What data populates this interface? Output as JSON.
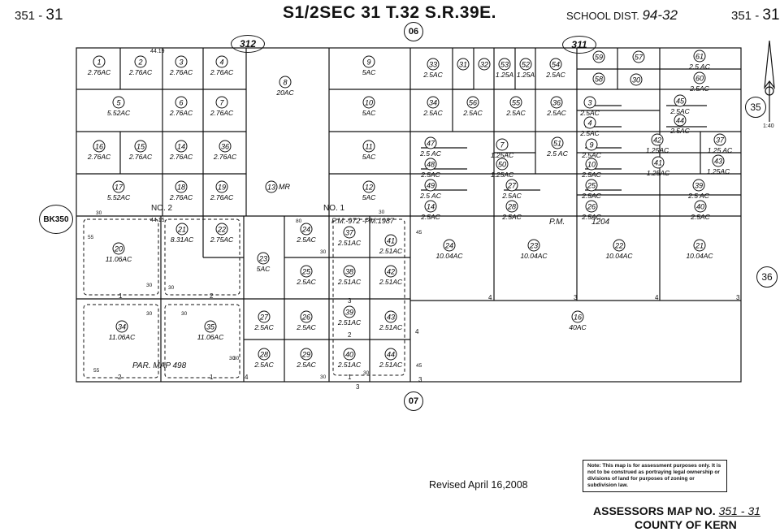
{
  "header": {
    "corner_left_prefix": "351 -",
    "corner_left_num": "31",
    "title": "S1/2SEC 31 T.32 S.R.39E.",
    "school_label": "SCHOOL DIST.",
    "school_num": "94-32",
    "corner_right_prefix": "351 -",
    "corner_right_num": "31"
  },
  "ovals": {
    "top_circle": "06",
    "bottom_circle": "07",
    "left_book": "BK350",
    "map312": "312",
    "map311": "311",
    "right35": "35",
    "right36": "36"
  },
  "labels": {
    "no2": "NO. 2",
    "no1": "NO. 1",
    "pm_a": "P.M.-972 -PM.1987",
    "pm_b": "P.M.",
    "pm_c": "1204",
    "parmap": "PAR. MAP 498",
    "mr13": "MR",
    "elev1": "44.19",
    "elev2": "44.15",
    "north": "1:40"
  },
  "parcels": [
    {
      "n": "1",
      "a": "2.76AC"
    },
    {
      "n": "2",
      "a": "2.76AC"
    },
    {
      "n": "3",
      "a": "2.76AC"
    },
    {
      "n": "4",
      "a": "2.76AC"
    },
    {
      "n": "5",
      "a": "5.52AC"
    },
    {
      "n": "6",
      "a": "2.76AC"
    },
    {
      "n": "7",
      "a": "2.76AC"
    },
    {
      "n": "16",
      "a": "2.76AC"
    },
    {
      "n": "15",
      "a": "2.76AC"
    },
    {
      "n": "14",
      "a": "2.76AC"
    },
    {
      "n": "36",
      "a": "2.76AC"
    },
    {
      "n": "17",
      "a": "5.52AC"
    },
    {
      "n": "18",
      "a": "2.76AC"
    },
    {
      "n": "19",
      "a": "2.76AC"
    },
    {
      "n": "8",
      "a": "20AC"
    },
    {
      "n": "13",
      "a": ""
    },
    {
      "n": "9",
      "a": "5AC"
    },
    {
      "n": "10",
      "a": "5AC"
    },
    {
      "n": "11",
      "a": "5AC"
    },
    {
      "n": "12",
      "a": "5AC"
    },
    {
      "n": "20",
      "a": "11.06AC"
    },
    {
      "n": "21",
      "a": "8.31AC"
    },
    {
      "n": "22",
      "a": "2.75AC"
    },
    {
      "n": "23",
      "a": "5AC"
    },
    {
      "n": "34",
      "a": "11.06AC"
    },
    {
      "n": "35",
      "a": "11.06AC"
    },
    {
      "n": "24",
      "a": "2.5AC"
    },
    {
      "n": "25",
      "a": "2.5AC"
    },
    {
      "n": "26",
      "a": "2.5AC"
    },
    {
      "n": "27",
      "a": "2.5AC"
    },
    {
      "n": "28",
      "a": "2.5AC"
    },
    {
      "n": "29",
      "a": "2.5AC"
    },
    {
      "n": "37",
      "a": "2.51AC"
    },
    {
      "n": "41",
      "a": "2.51AC"
    },
    {
      "n": "38",
      "a": "2.51AC"
    },
    {
      "n": "42",
      "a": "2.51AC"
    },
    {
      "n": "39",
      "a": "2.51AC"
    },
    {
      "n": "43",
      "a": "2.51AC"
    },
    {
      "n": "40",
      "a": "2.51AC"
    },
    {
      "n": "44",
      "a": "2.51AC"
    },
    {
      "n": "33",
      "a": "2.5AC"
    },
    {
      "n": "31",
      "a": ""
    },
    {
      "n": "32",
      "a": ""
    },
    {
      "n": "53",
      "a": "1.25A"
    },
    {
      "n": "52",
      "a": "1.25A"
    },
    {
      "n": "54",
      "a": "2.5AC"
    },
    {
      "n": "59",
      "a": ""
    },
    {
      "n": "57",
      "a": ""
    },
    {
      "n": "58",
      "a": ""
    },
    {
      "n": "30",
      "a": ""
    },
    {
      "n": "61",
      "a": "2.5 AC"
    },
    {
      "n": "60",
      "a": "2.5AC"
    },
    {
      "n": "34",
      "a": "2.5AC"
    },
    {
      "n": "56",
      "a": "2.5AC"
    },
    {
      "n": "55",
      "a": "2.5AC"
    },
    {
      "n": "36",
      "a": "2.5AC"
    },
    {
      "n": "3",
      "a": "2.5AC"
    },
    {
      "n": "45",
      "a": "2.5AC"
    },
    {
      "n": "4",
      "a": "2.5AC"
    },
    {
      "n": "44",
      "a": "2.5AC"
    },
    {
      "n": "47",
      "a": "2.5 AC"
    },
    {
      "n": "7",
      "a": "1.25AC"
    },
    {
      "n": "51",
      "a": "2.5 AC"
    },
    {
      "n": "9",
      "a": "2.5AC"
    },
    {
      "n": "42",
      "a": "1.25AC"
    },
    {
      "n": "37",
      "a": "1.25 AC"
    },
    {
      "n": "48",
      "a": "2.5AC"
    },
    {
      "n": "50",
      "a": "1.25AC"
    },
    {
      "n": "10",
      "a": "2.5AC"
    },
    {
      "n": "41",
      "a": "1.25AC"
    },
    {
      "n": "43",
      "a": "1.25AC"
    },
    {
      "n": "49",
      "a": "2.5 AC"
    },
    {
      "n": "27",
      "a": "2.5AC"
    },
    {
      "n": "25",
      "a": "2.5AC"
    },
    {
      "n": "39",
      "a": "2.5 AC"
    },
    {
      "n": "14",
      "a": "2.5AC"
    },
    {
      "n": "28",
      "a": "2.5AC"
    },
    {
      "n": "26",
      "a": "2.5AC"
    },
    {
      "n": "40",
      "a": "2.5AC"
    },
    {
      "n": "24",
      "a": "10.04AC"
    },
    {
      "n": "23",
      "a": "10.04AC"
    },
    {
      "n": "22",
      "a": "10.04AC"
    },
    {
      "n": "21",
      "a": "10.04AC"
    },
    {
      "n": "16",
      "a": "40AC"
    }
  ],
  "lots": [
    "1",
    "2",
    "3",
    "4",
    "4",
    "3",
    "2",
    "1",
    "1",
    "2",
    "4",
    "3",
    "3",
    "4",
    "3"
  ],
  "dims": [
    "30",
    "55",
    "30",
    "30",
    "30",
    "80",
    "30",
    "45",
    "30",
    "30",
    "30",
    "55",
    "30",
    "30",
    "45",
    "30"
  ],
  "note": "Note: This map is for assessment purposes only. It is not to be construed as portraying legal ownership or divisions of land for purposes of zoning or subdivision law.",
  "revised": "Revised April 16,2008",
  "footer": {
    "line1": "ASSESSORS MAP NO.",
    "line1_num": "351 - 31",
    "line2": "COUNTY OF KERN"
  }
}
